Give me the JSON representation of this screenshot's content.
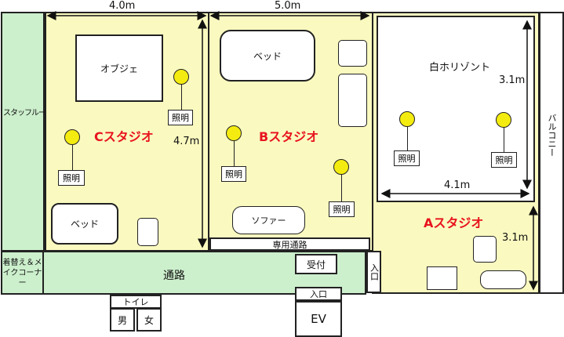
{
  "dimensions": {
    "c_width": "4.0m",
    "b_width": "5.0m",
    "c_height": "4.7m",
    "cyc_height": "3.1m",
    "cyc_width": "4.1m",
    "a_height": "3.1m"
  },
  "rooms": {
    "staff_room": "スタッフルーム",
    "changing_room": "着替え＆メイクコーナー",
    "corridor": "通路",
    "balcony": "バルコニー",
    "exclusive_passage": "専用通路",
    "reception": "受付",
    "entrance": "入口",
    "side_entrance": "入口",
    "toilet": "トイレ",
    "toilet_men": "男",
    "toilet_women": "女",
    "elevator": "EV"
  },
  "studios": {
    "a": "Aスタジオ",
    "b": "Bスタジオ",
    "c": "Cスタジオ"
  },
  "furniture": {
    "objet": "オブジェ",
    "bed_c": "ベッド",
    "bed_b": "ベッド",
    "sofa": "ソファー",
    "cyclorama": "白ホリゾント"
  },
  "light_label": "照明",
  "colors": {
    "studio_label": "#e8141e",
    "studio_floor": "#fafac0",
    "common_area": "#ccefcc",
    "lamp": "#f4ec10"
  }
}
